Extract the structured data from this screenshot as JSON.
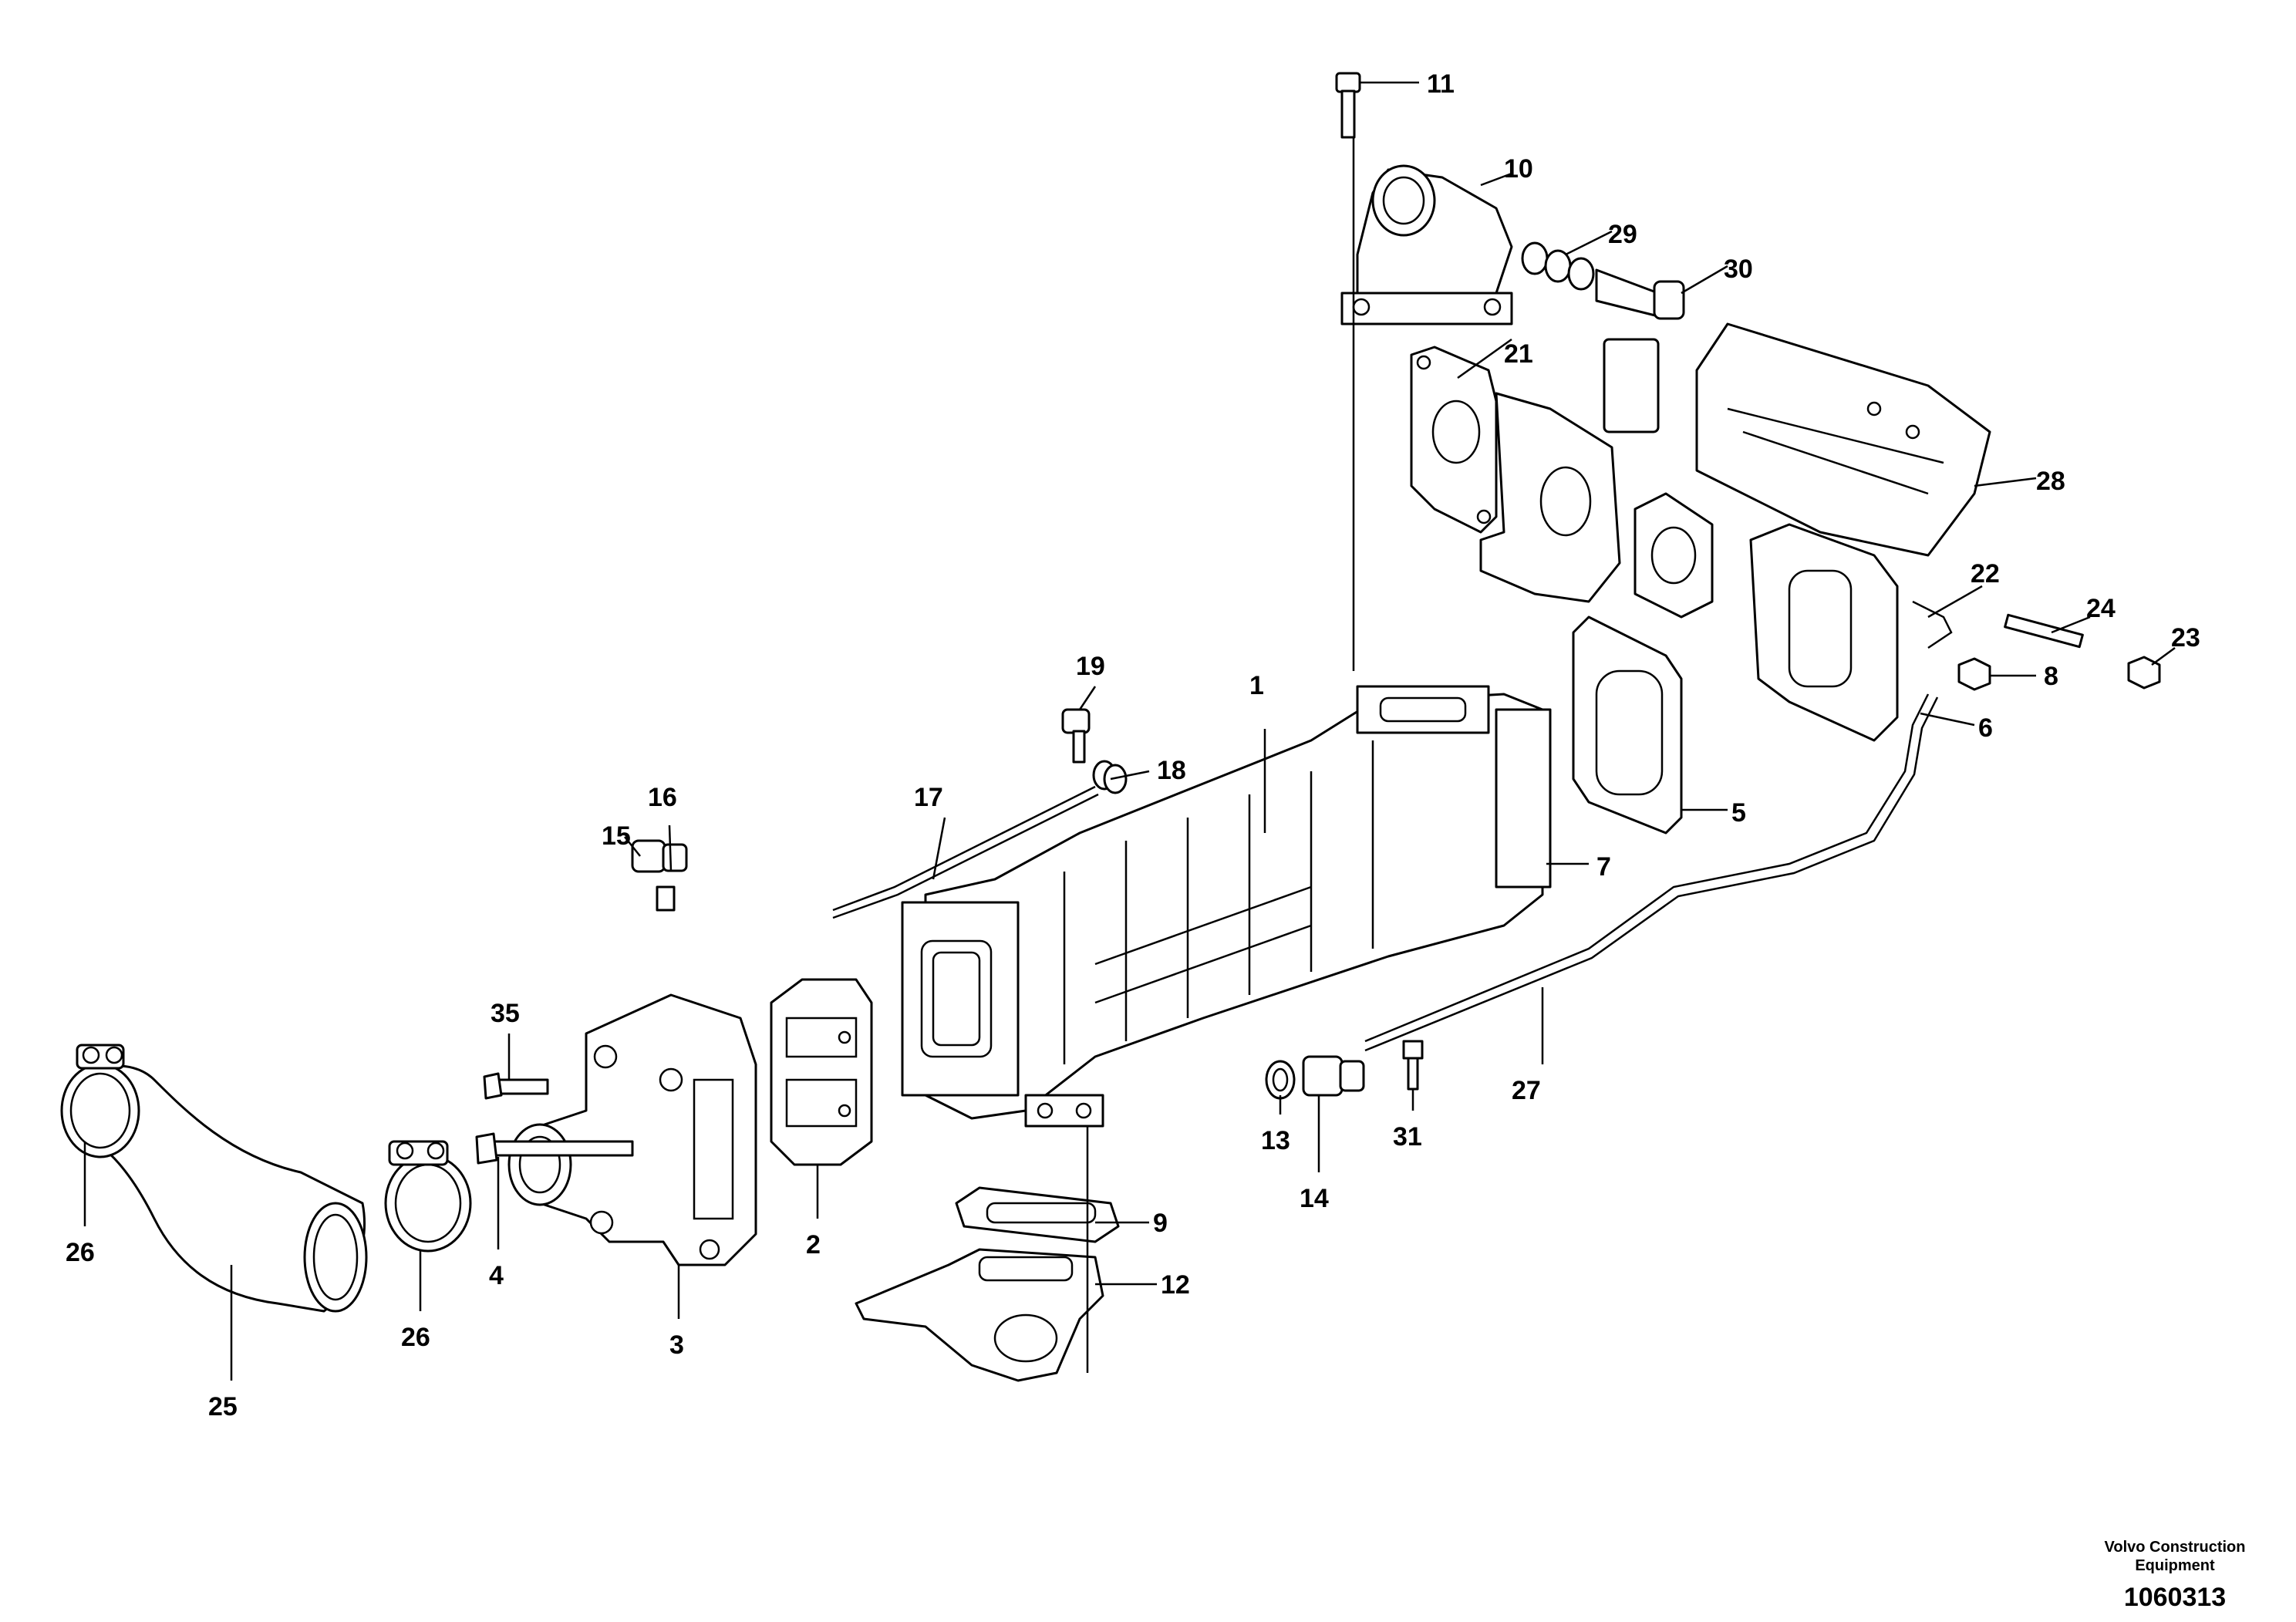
{
  "callouts": {
    "c1": "1",
    "c2": "2",
    "c3": "3",
    "c4": "4",
    "c5": "5",
    "c6": "6",
    "c7": "7",
    "c8": "8",
    "c9": "9",
    "c10": "10",
    "c11": "11",
    "c12": "12",
    "c13": "13",
    "c14": "14",
    "c15": "15",
    "c16": "16",
    "c17": "17",
    "c18": "18",
    "c19": "19",
    "c21": "21",
    "c22": "22",
    "c23": "23",
    "c24": "24",
    "c25": "25",
    "c26a": "26",
    "c26b": "26",
    "c27": "27",
    "c28": "28",
    "c29": "29",
    "c30": "30",
    "c31": "31",
    "c35": "35"
  },
  "footer": {
    "brand_line1": "Volvo Construction",
    "brand_line2": "Equipment",
    "drawing_number": "1060313"
  }
}
